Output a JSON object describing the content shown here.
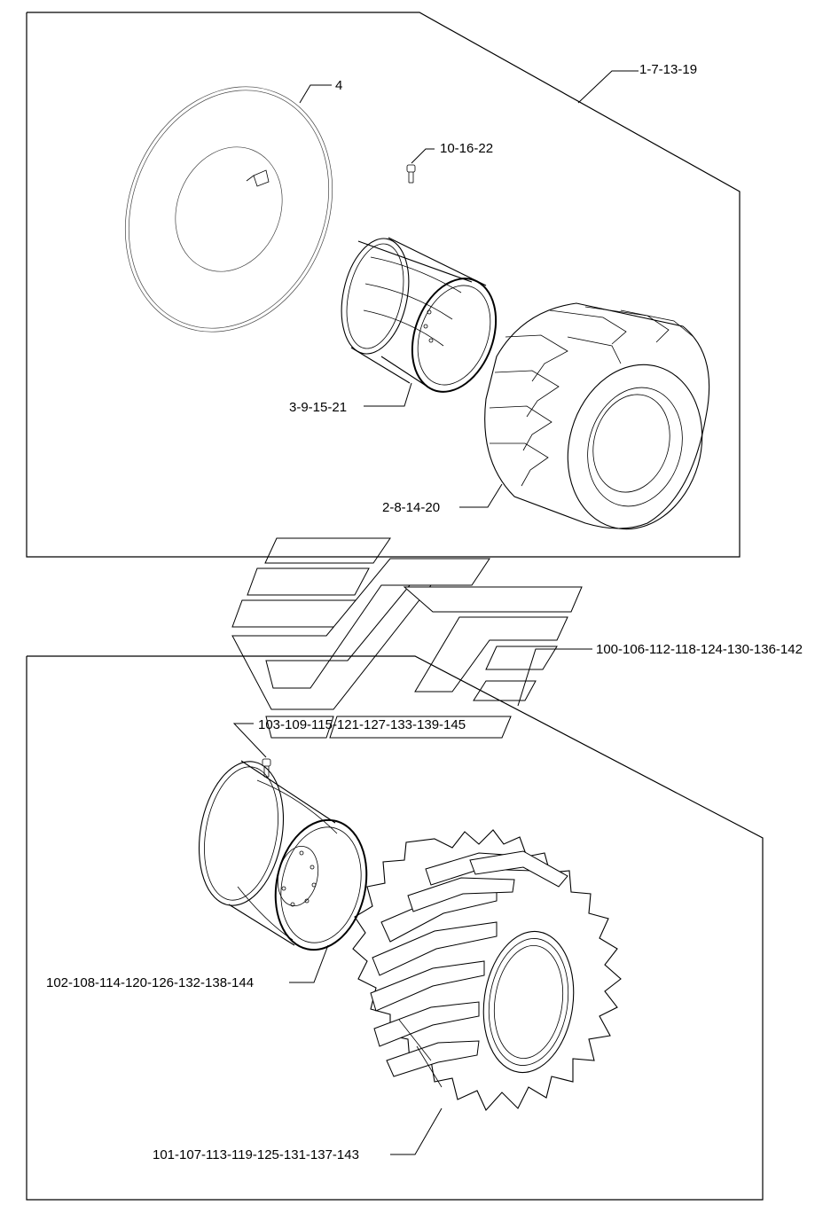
{
  "labels": {
    "tire_set_upper": "1-7-13-19",
    "tube": "4",
    "valve_upper": "10-16-22",
    "rim_upper": "3-9-15-21",
    "tire_upper": "2-8-14-20",
    "wheel_set_lower": "100-106-112-118-124-130-136-142",
    "valve_lower": "103-109-115-121-127-133-139-145",
    "rim_lower": "102-108-114-120-126-132-138-144",
    "tire_lower": "101-107-113-119-125-131-137-143"
  },
  "colors": {
    "line": "#000000",
    "background": "#ffffff"
  }
}
